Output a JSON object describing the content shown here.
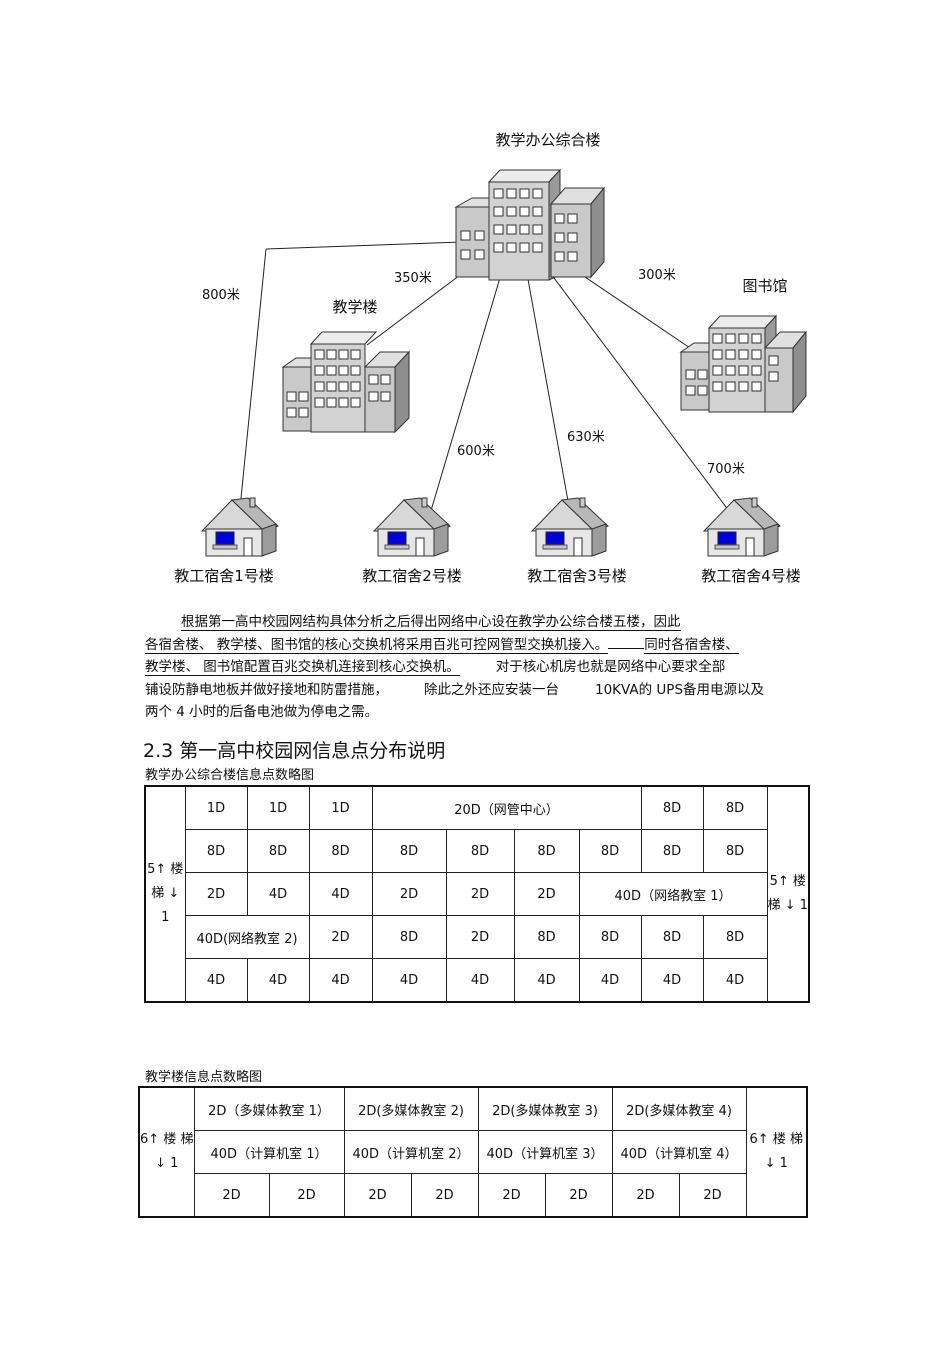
{
  "diagram": {
    "buildings": {
      "admin": "教学办公综合楼",
      "teaching": "教学楼",
      "library": "图书馆",
      "dorm1": "教工宿舍1号楼",
      "dorm2": "教工宿舍2号楼",
      "dorm3": "教工宿舍3号楼",
      "dorm4": "教工宿舍4号楼"
    },
    "distances": {
      "dorm1": "800米",
      "teaching": "350米",
      "library": "300米",
      "dorm2": "600米",
      "dorm3": "630米",
      "dorm4": "700米"
    }
  },
  "paragraph": {
    "l1": "根据第一高中校园网结构具体分析之后得出网络中心设在教学办公综合楼五楼，因此",
    "l2a": "各宿舍楼、 教学楼、图书馆的核心交换机将采用百兆可控网管型交换机接入。",
    "l2b": "同时各宿舍楼、",
    "l3a": "教学楼、 图书馆配置百兆交换机连接到核心交换机。",
    "l3b": "对于核心机房也就是网络中心要求全部",
    "l4a": "铺设防静电地板并做好接地和防雷措施，",
    "l4b": "除此之外还应安装一台",
    "l4c": "10KVA的  UPS备用电源以及",
    "l5": "两个  4 小时的后备电池做为停电之需。"
  },
  "section_title": "2.3  第一高中校园网信息点分布说明",
  "table1": {
    "caption": "教学办公综合楼信息点数略图",
    "stairs_left": "5↑ 楼梯 ↓ 1",
    "stairs_right": "5↑ 楼梯 ↓ 1",
    "row1": [
      "1D",
      "1D",
      "1D",
      "20D（网管中心）",
      "8D",
      "8D"
    ],
    "row2": [
      "8D",
      "8D",
      "8D",
      "8D",
      "8D",
      "8D",
      "8D",
      "8D",
      "8D"
    ],
    "row3": [
      "2D",
      "4D",
      "4D",
      "2D",
      "2D",
      "2D",
      "40D（网络教室   1）"
    ],
    "row4": [
      "40D(网络教室   2)",
      "2D",
      "8D",
      "2D",
      "8D",
      "8D",
      "8D",
      "8D"
    ],
    "row5": [
      "4D",
      "4D",
      "4D",
      "4D",
      "4D",
      "4D",
      "4D",
      "4D",
      "4D"
    ]
  },
  "table2": {
    "caption": "教学楼信息点数略图",
    "stairs_left": "6↑ 楼 梯↓ 1",
    "stairs_right": "6↑ 楼 梯↓ 1",
    "row1": [
      "2D（多媒体教室   1）",
      "2D(多媒体教室   2)",
      "2D(多媒体教室   3)",
      "2D(多媒体教室   4)"
    ],
    "row2": [
      "40D（计算机室   1）",
      "40D（计算机室   2）",
      "40D（计算机室   3）",
      "40D（计算机室   4）"
    ],
    "row3": [
      "2D",
      "2D",
      "2D",
      "2D",
      "2D",
      "2D",
      "2D",
      "2D"
    ]
  }
}
